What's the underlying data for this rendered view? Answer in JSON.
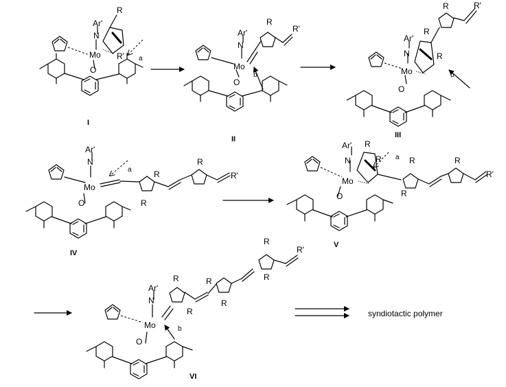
{
  "labels": {
    "ar": "Ar'",
    "n": "N",
    "mo": "Mo",
    "o": "O",
    "r": "R",
    "rp": "R'",
    "a": "a",
    "b": "b"
  },
  "compounds": [
    "I",
    "II",
    "III",
    "IV",
    "V",
    "VI"
  ],
  "product": "syndiotactic polymer"
}
